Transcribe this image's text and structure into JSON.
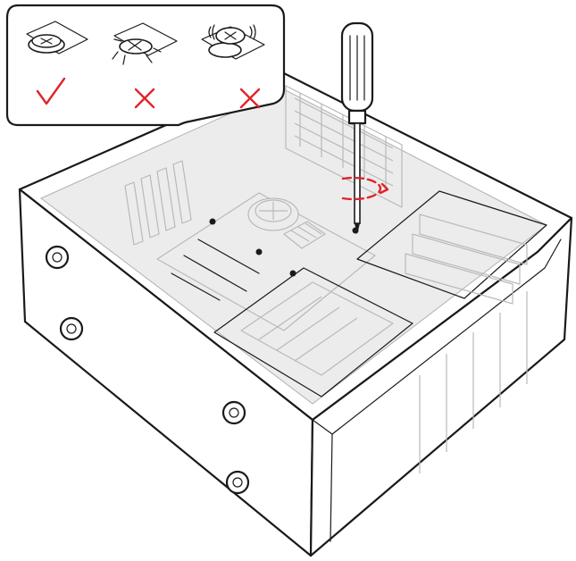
{
  "colors": {
    "ink": "#1a1a1a",
    "outline_grey": "#b9b9b9",
    "accent_red": "#e0242b",
    "background": "#ffffff"
  },
  "inset": {
    "panels": [
      {
        "icon": "screw-seated-flush-icon",
        "verdict": "correct",
        "mark": "check-mark-icon"
      },
      {
        "icon": "screw-overtightened-cracked-icon",
        "verdict": "incorrect",
        "mark": "cross-mark-icon"
      },
      {
        "icon": "screw-loose-wobbling-icon",
        "verdict": "incorrect",
        "mark": "cross-mark-icon"
      }
    ]
  },
  "tool": {
    "icon": "screwdriver-icon",
    "action_icon": "rotate-tighten-arrow-icon"
  },
  "subject": {
    "icon": "pc-case-open-chassis-icon"
  }
}
